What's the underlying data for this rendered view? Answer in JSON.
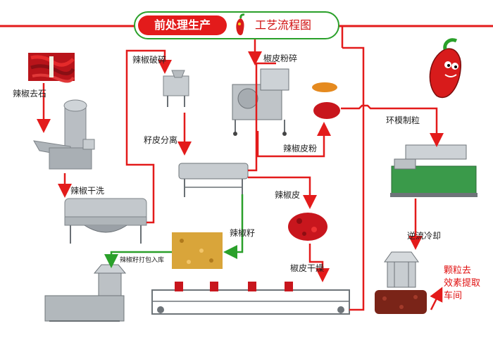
{
  "title": {
    "left": "前处理生产",
    "right": "工艺流程图"
  },
  "labels": {
    "destone": "辣椒去石",
    "dry_wash": "辣椒干洗",
    "crush": "辣椒破碎",
    "seed_skin_sep": "籽皮分离",
    "skin_crush": "椒皮粉碎",
    "skin_powder": "辣椒皮粉",
    "ring_die": "环模制粒",
    "pepper_skin": "辣椒皮",
    "pepper_seed": "辣椒籽",
    "seed_pack": "辣椒籽打包入库",
    "skin_dry": "椒皮干燥",
    "counter_cool": "逆流冷却",
    "to_extraction_1": "颗粒去",
    "to_extraction_2": "效素提取",
    "to_extraction_3": "车间"
  },
  "colors": {
    "flow_red": "#e31b1b",
    "flow_green": "#2aa02a",
    "banner_red": "#e31b1b",
    "machine_gray": "#9aa0a6",
    "machine_green": "#3a9a4a",
    "chili_red": "#c8161d",
    "powder_orange": "#e58a1f",
    "seed_yellow": "#d9a53a",
    "pellet_brown": "#7a2418"
  },
  "icons": [
    "chili-pepper-icon",
    "chili-mascot-icon"
  ]
}
